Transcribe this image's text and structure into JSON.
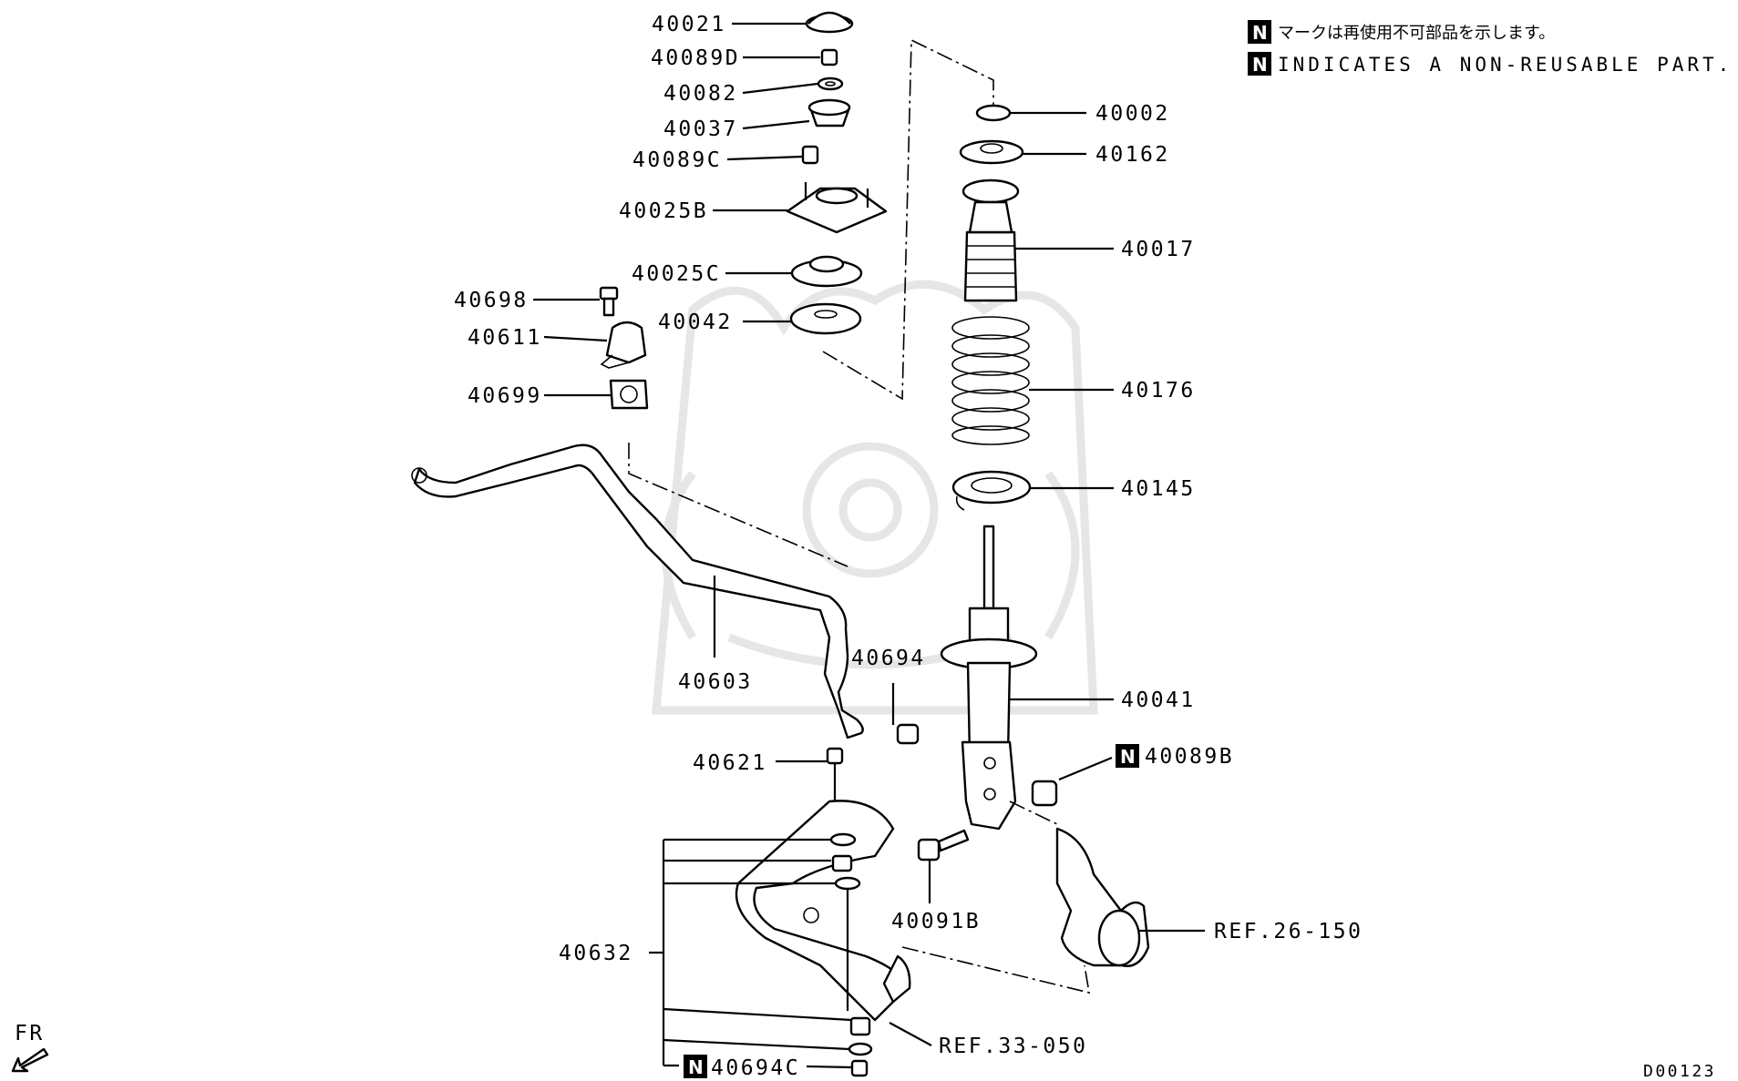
{
  "notes": {
    "marker": "N",
    "line1_jp": "マークは再使用不可部品を示します。",
    "line2_en": "INDICATES A NON-REUSABLE PART."
  },
  "labels": {
    "p40021": "40021",
    "p40089D": "40089D",
    "p40082": "40082",
    "p40037": "40037",
    "p40089C": "40089C",
    "p40025B": "40025B",
    "p40025C": "40025C",
    "p40042": "40042",
    "p40698": "40698",
    "p40611": "40611",
    "p40699": "40699",
    "p40002": "40002",
    "p40162": "40162",
    "p40017": "40017",
    "p40176": "40176",
    "p40145": "40145",
    "p40603": "40603",
    "p40694": "40694",
    "p40041": "40041",
    "p40089B": "40089B",
    "p40621": "40621",
    "p40091B": "40091B",
    "p40632": "40632",
    "ref26": "REF.26-150",
    "ref33": "REF.33-050",
    "p40694C": "40694C",
    "fr": "FR",
    "diagram_code": "D00123"
  }
}
